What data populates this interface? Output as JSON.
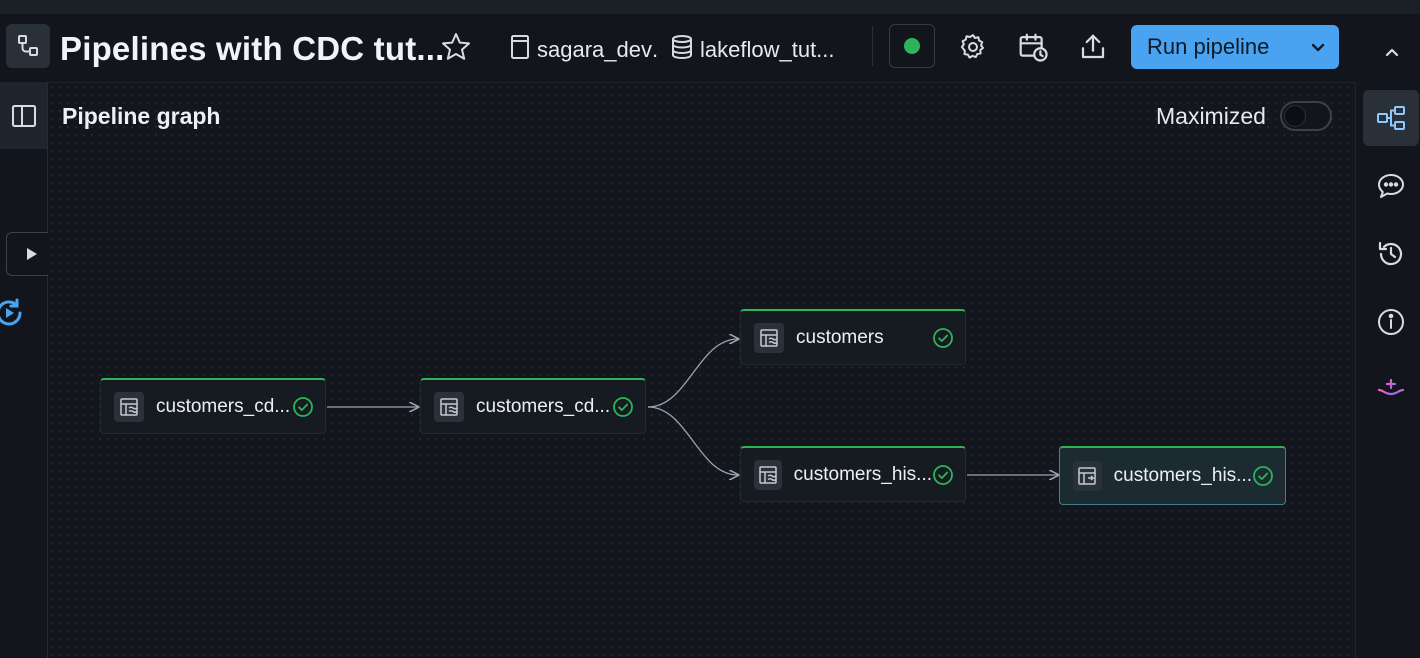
{
  "header": {
    "title": "Pipelines with CDC tut...",
    "catalog": "sagara_dev",
    "separator": ".",
    "schema": "lakeflow_tut...",
    "run_label": "Run pipeline",
    "status_color": "#2fb35a"
  },
  "graph": {
    "title": "Pipeline graph",
    "maximized_label": "Maximized",
    "maximized_on": false,
    "nodes": [
      {
        "label": "customers_cd...",
        "status": "success"
      },
      {
        "label": "customers_cd...",
        "status": "success"
      },
      {
        "label": "customers",
        "status": "success"
      },
      {
        "label": "customers_his...",
        "status": "success"
      },
      {
        "label": "customers_his...",
        "status": "success",
        "selected": true
      }
    ]
  },
  "icons": {
    "header": [
      "pipeline-icon",
      "star-icon",
      "notebook-icon",
      "database-icon",
      "gear-icon",
      "calendar-clock-icon",
      "share-icon",
      "chevron-down-icon",
      "chevron-up-icon"
    ],
    "right_rail": [
      "graph-icon",
      "comment-icon",
      "history-icon",
      "info-icon",
      "assistant-icon"
    ],
    "left_rail": [
      "panel-icon",
      "play-icon",
      "refresh-icon"
    ]
  },
  "colors": {
    "accent": "#4aa3f0",
    "success": "#2fb35a",
    "background": "#12161c"
  }
}
